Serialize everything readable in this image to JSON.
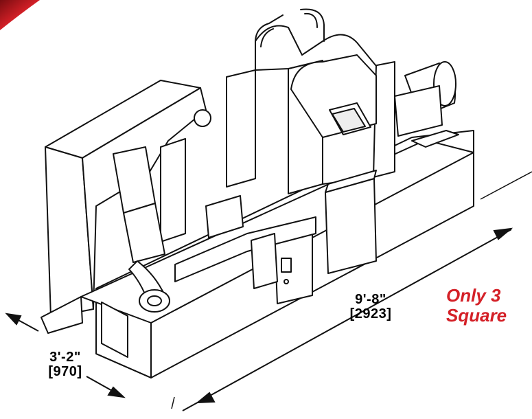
{
  "dimensions": {
    "depth": {
      "imperial": "3'-2\"",
      "metric": "[970]"
    },
    "length": {
      "imperial": "9'-8\"",
      "metric": "[2923]"
    }
  },
  "tagline": {
    "line1": "Only 3",
    "line2": "Square"
  },
  "colors": {
    "brand_red": "#d42027",
    "line": "#111111",
    "background": "#ffffff"
  }
}
